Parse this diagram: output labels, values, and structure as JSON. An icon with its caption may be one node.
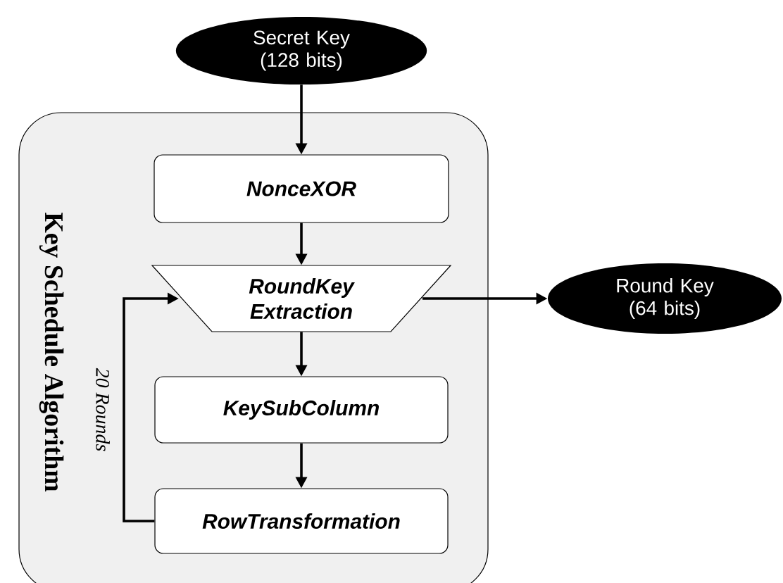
{
  "diagram": {
    "nodes": [
      {
        "text": [
          "Secret Key (128 bits)"
        ]
      },
      {
        "text": [
          "Key Schedule Algorithm"
        ]
      },
      {
        "text": [
          "NonceXOR"
        ],
        "in": 1
      },
      {
        "text": [
          "RoundKey Extraction"
        ],
        "in": 1
      },
      {
        "text": [
          "Round Key (64 bits)"
        ]
      },
      {
        "text": [
          "KeySubColumn"
        ],
        "in": 1
      },
      {
        "text": [
          "RowTransformation"
        ],
        "in": 1
      }
    ],
    "edges": [
      {
        "from": 0,
        "to": 2,
        "arrow": "to"
      },
      {
        "from": 2,
        "to": 3,
        "arrow": "to"
      },
      {
        "from": 3,
        "to": 4,
        "arrow": "to"
      },
      {
        "from": 3,
        "to": 5,
        "arrow": "to"
      },
      {
        "from": 5,
        "to": 6,
        "arrow": "to"
      },
      {
        "from": 6,
        "to": 3,
        "arrow": "to",
        "label": "20 Rounds"
      }
    ]
  }
}
